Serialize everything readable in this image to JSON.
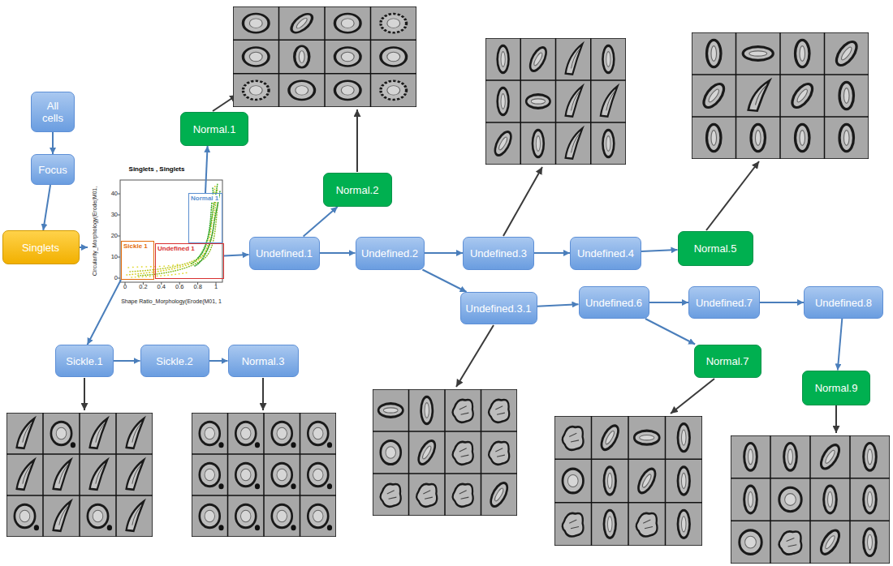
{
  "diagram": {
    "nodes": [
      {
        "text": [
          "All cells"
        ]
      },
      {
        "text": [
          "Focus"
        ]
      },
      {
        "text": [
          "Singlets"
        ]
      },
      {
        "text": [
          "Singlets , Singlets"
        ]
      },
      {
        "text": [
          "Sickle 1"
        ],
        "in": 3
      },
      {
        "text": [
          "Undefined 1"
        ],
        "in": 3
      },
      {
        "text": [
          "Normal 1"
        ],
        "in": 3
      },
      {
        "text": [
          "Normal.1"
        ]
      },
      {
        "text": [
          "Normal.2"
        ]
      },
      {
        "text": [
          "Undefined.1"
        ]
      },
      {
        "text": [
          "Undefined.2"
        ]
      },
      {
        "text": [
          "Undefined.3"
        ]
      },
      {
        "text": [
          "Undefined.4"
        ]
      },
      {
        "text": [
          "Normal.5"
        ]
      },
      {
        "text": [
          "Undefined.3.1"
        ]
      },
      {
        "text": [
          "Undefined.6"
        ]
      },
      {
        "text": [
          "Undefined.7"
        ]
      },
      {
        "text": [
          "Undefined.8"
        ]
      },
      {
        "text": [
          "Normal.7"
        ]
      },
      {
        "text": [
          "Normal.9"
        ]
      },
      {
        "text": [
          "Sickle.1"
        ]
      },
      {
        "text": [
          "Sickle.2"
        ]
      },
      {
        "text": [
          "Normal.3"
        ]
      }
    ],
    "edges": [
      {
        "from": 0,
        "to": 1,
        "arrow": "to"
      },
      {
        "from": 1,
        "to": 2,
        "arrow": "to"
      },
      {
        "from": 2,
        "to": 3,
        "arrow": "to"
      },
      {
        "from": 6,
        "to": 7,
        "arrow": "to"
      },
      {
        "from": 5,
        "to": 9,
        "arrow": "to"
      },
      {
        "from": 4,
        "to": 20,
        "arrow": "to"
      },
      {
        "from": 9,
        "to": 8,
        "arrow": "to"
      },
      {
        "from": 9,
        "to": 10,
        "arrow": "to"
      },
      {
        "from": 10,
        "to": 11,
        "arrow": "to"
      },
      {
        "from": 10,
        "to": 14,
        "arrow": "to"
      },
      {
        "from": 11,
        "to": 12,
        "arrow": "to"
      },
      {
        "from": 12,
        "to": 13,
        "arrow": "to"
      },
      {
        "from": 14,
        "to": 15,
        "arrow": "to"
      },
      {
        "from": 15,
        "to": 16,
        "arrow": "to"
      },
      {
        "from": 15,
        "to": 18,
        "arrow": "to"
      },
      {
        "from": 16,
        "to": 17,
        "arrow": "to"
      },
      {
        "from": 17,
        "to": 19,
        "arrow": "to"
      },
      {
        "from": 20,
        "to": 21,
        "arrow": "to"
      },
      {
        "from": 21,
        "to": 22,
        "arrow": "to"
      }
    ],
    "labels": [
      "Circularity_Morphology(Erode(M01,",
      "0",
      "10",
      "20",
      "30",
      "40",
      "Shape Ratio_Morphology(Erode(M01, 1",
      "0",
      "0.2",
      "0.4",
      "0.6",
      "0.8",
      "1"
    ]
  }
}
